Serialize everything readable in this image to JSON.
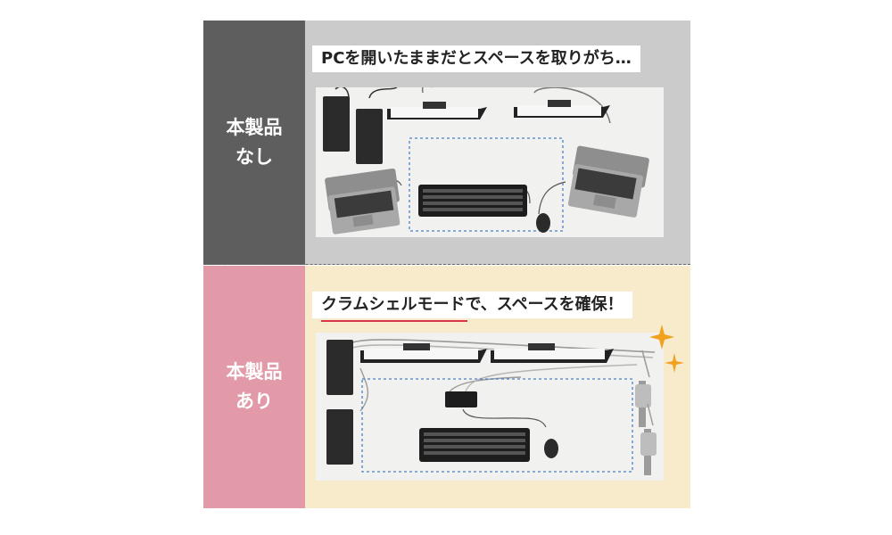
{
  "colors": {
    "top_side": "#5e5e5e",
    "top_bg": "#cbcbcb",
    "bottom_side": "#e29aa9",
    "bottom_bg": "#f7ebcc",
    "accent_underline": "#d8344e",
    "sparkle": "#f0a21e",
    "desk_area_outline": "#4d80c8"
  },
  "without_product": {
    "side_label_line1": "本製品",
    "side_label_line2": "なし",
    "caption": "PCを開いたままだとスペースを取りがち…"
  },
  "with_product": {
    "side_label_line1": "本製品",
    "side_label_line2": "あり",
    "caption": "クラムシェルモードで、スペースを確保！"
  },
  "icons": [
    "laptop-icon",
    "monitor-icon",
    "keyboard-icon",
    "mouse-icon",
    "hub-icon",
    "vertical-stand-icon",
    "sparkle-icon"
  ]
}
